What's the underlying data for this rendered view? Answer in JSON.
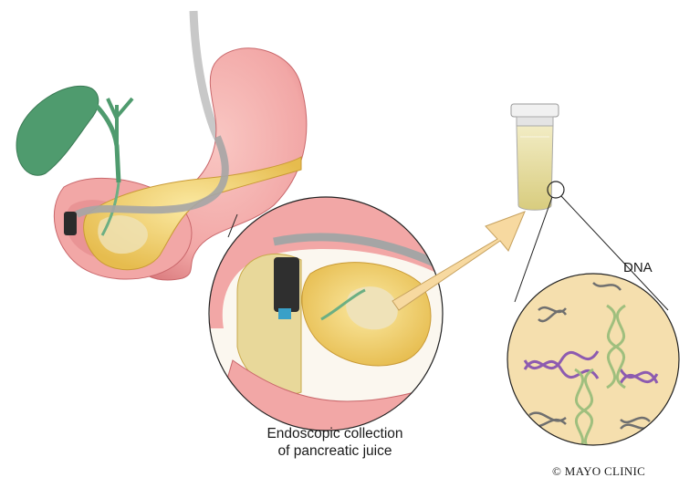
{
  "labels": {
    "caption_line1": "Endoscopic collection",
    "caption_line2": "of pancreatic juice",
    "dna": "DNA",
    "copyright": "© MAYO CLINIC"
  },
  "colors": {
    "stomach_pink": "#f2a7a6",
    "stomach_dark": "#d9797c",
    "gallbladder_green": "#4f9b6e",
    "pancreas_yellow": "#f4d97a",
    "pancreas_dark": "#e2b84a",
    "endoscope_tube": "#9b9b9b",
    "juice": "#e8e0a0",
    "arrow_fill": "#f7d9a0",
    "dna_circle_bg": "#f5dfae",
    "dna_purple": "#8d5bb0",
    "dna_green": "#9fbf7e",
    "dna_gray": "#6f6f6f"
  }
}
